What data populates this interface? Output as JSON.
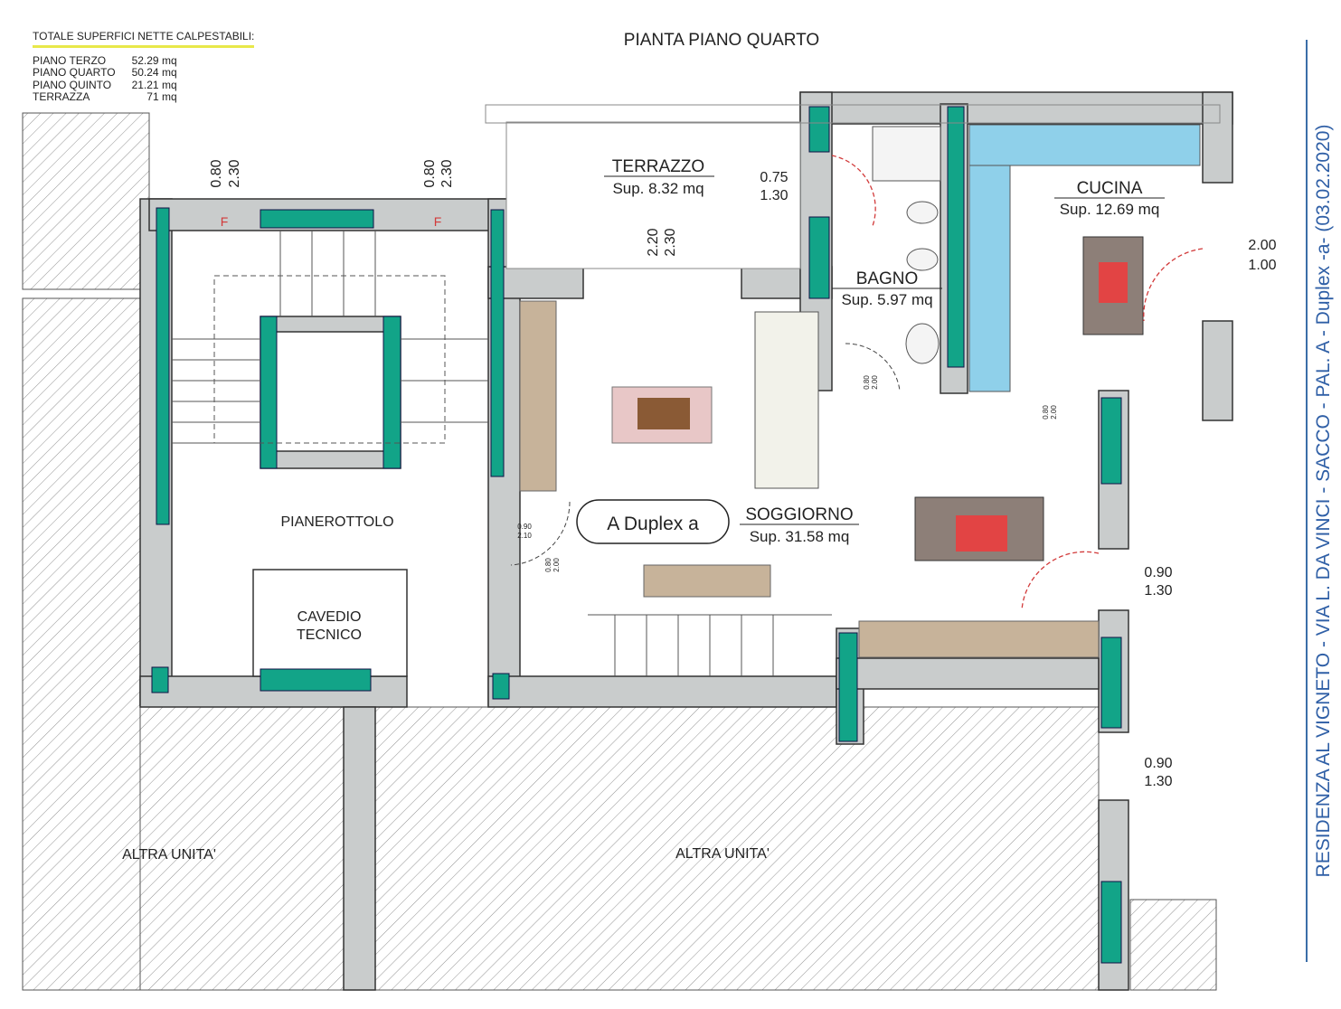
{
  "title": "PIANTA PIANO QUARTO",
  "legend": {
    "heading": "TOTALE SUPERFICI NETTE CALPESTABILI:",
    "rows": [
      {
        "label": "PIANO TERZO",
        "value": "52.29 mq"
      },
      {
        "label": "PIANO QUARTO",
        "value": "50.24 mq"
      },
      {
        "label": "PIANO QUINTO",
        "value": "21.21 mq"
      },
      {
        "label": "TERRAZZA",
        "value": "71 mq"
      }
    ]
  },
  "side_caption": "RESIDENZA AL VIGNETO - VIA L. DA VINCI - SACCO - PAL. A - Duplex -a-  (03.02.2020)",
  "unit_badge": "A Duplex a",
  "rooms": {
    "terrazzo": {
      "name": "TERRAZZO",
      "area": "Sup.  8.32 mq"
    },
    "cucina": {
      "name": "CUCINA",
      "area": "Sup. 12.69 mq"
    },
    "bagno": {
      "name": "BAGNO",
      "area": "Sup.  5.97 mq"
    },
    "soggiorno": {
      "name": "SOGGIORNO",
      "area": "Sup. 31.58 mq"
    },
    "pianerottolo": {
      "name": "PIANEROTTOLO"
    },
    "cavedio": {
      "line1": "CAVEDIO",
      "line2": "TECNICO"
    },
    "altra_left": {
      "name": "ALTRA UNITA'"
    },
    "altra_center": {
      "name": "ALTRA UNITA'"
    }
  },
  "dimensions": {
    "win_stair_left": {
      "w": "0.80",
      "h": "2.30"
    },
    "win_stair_right": {
      "w": "0.80",
      "h": "2.30"
    },
    "win_terrace": {
      "w": "0.75",
      "h": "1.30"
    },
    "door_terrace": {
      "w": "2.20",
      "h": "2.30"
    },
    "win_kitchen": {
      "w": "2.00",
      "h": "1.00"
    },
    "win_right_1": {
      "w": "0.90",
      "h": "1.30"
    },
    "win_right_2": {
      "w": "0.90",
      "h": "1.30"
    },
    "door_entry": {
      "w": "0.90",
      "h": "2.10"
    },
    "door_stair": {
      "w": "0.80",
      "h": "2.00"
    },
    "door_bath": {
      "w": "0.80",
      "h": "2.00"
    },
    "door_kitchen": {
      "w": "0.80",
      "h": "2.00"
    }
  },
  "stair_marks": {
    "left": "F",
    "right": "F"
  },
  "colors": {
    "wall": "#c9cccc",
    "window": "#12a488",
    "kitchen": "#8fd0ea",
    "door_arc": "#d23a3a",
    "table": "#8d7f78",
    "caption": "#2f5fa6"
  }
}
